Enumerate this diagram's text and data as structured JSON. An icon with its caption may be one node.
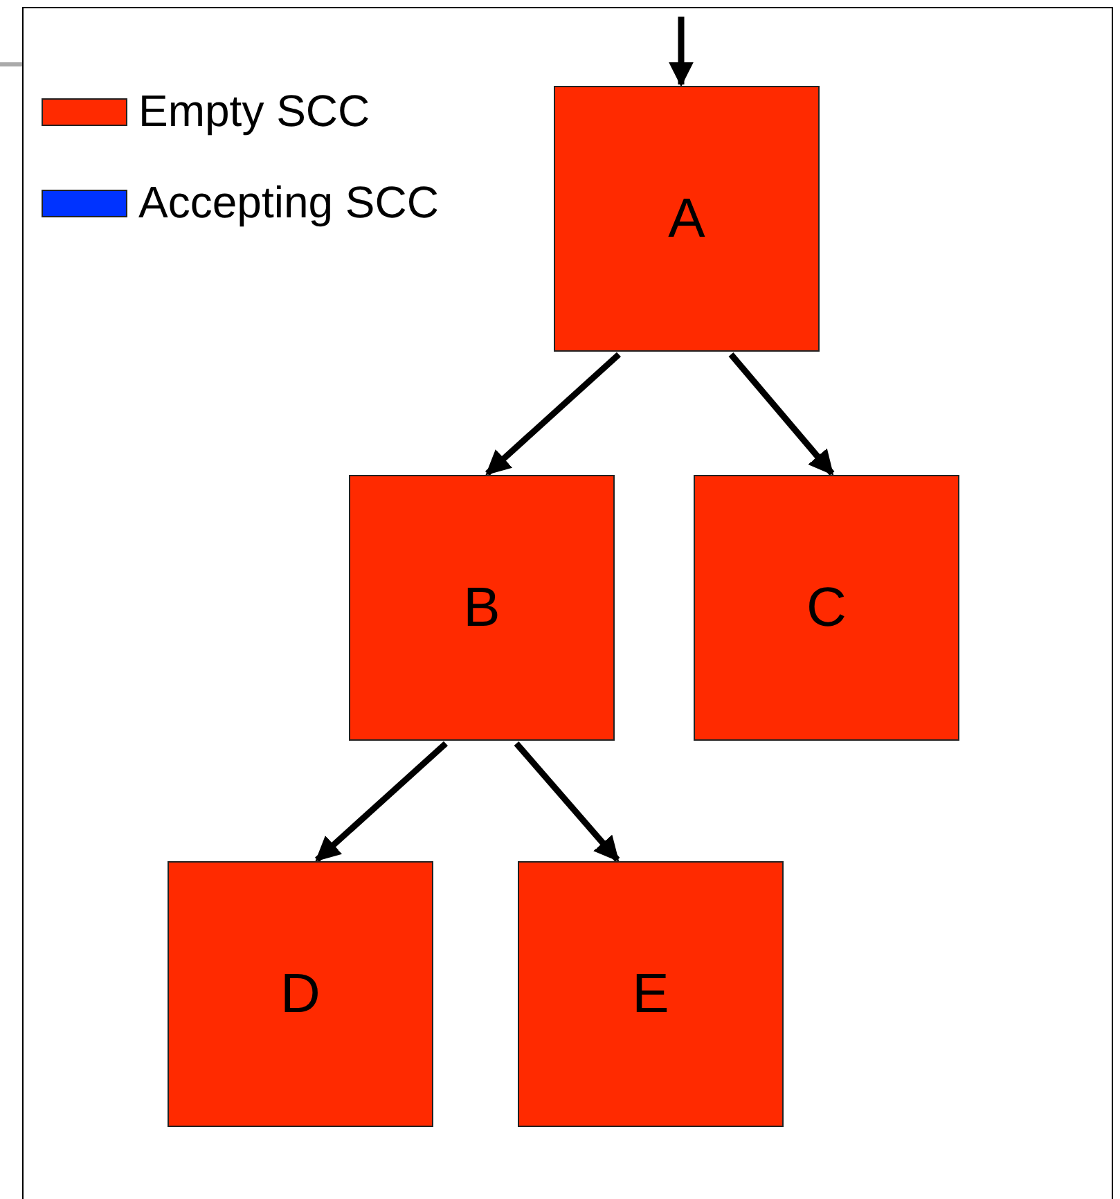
{
  "diagram": {
    "nodes": [
      {
        "text": [
          "A"
        ]
      },
      {
        "text": [
          "B"
        ]
      },
      {
        "text": [
          "C"
        ]
      },
      {
        "text": [
          "D"
        ]
      },
      {
        "text": [
          "E"
        ]
      }
    ],
    "edges": [
      {
        "from": null,
        "to": 0,
        "arrow": "to"
      },
      {
        "from": 0,
        "to": 1,
        "arrow": "to"
      },
      {
        "from": 0,
        "to": 2,
        "arrow": "to"
      },
      {
        "from": 1,
        "to": 3,
        "arrow": "to"
      },
      {
        "from": 1,
        "to": 4,
        "arrow": "to"
      }
    ],
    "legend": [
      {
        "text": "Empty SCC",
        "color": "#ff2a00"
      },
      {
        "text": "Accepting SCC",
        "color": "#0033ff"
      }
    ]
  }
}
